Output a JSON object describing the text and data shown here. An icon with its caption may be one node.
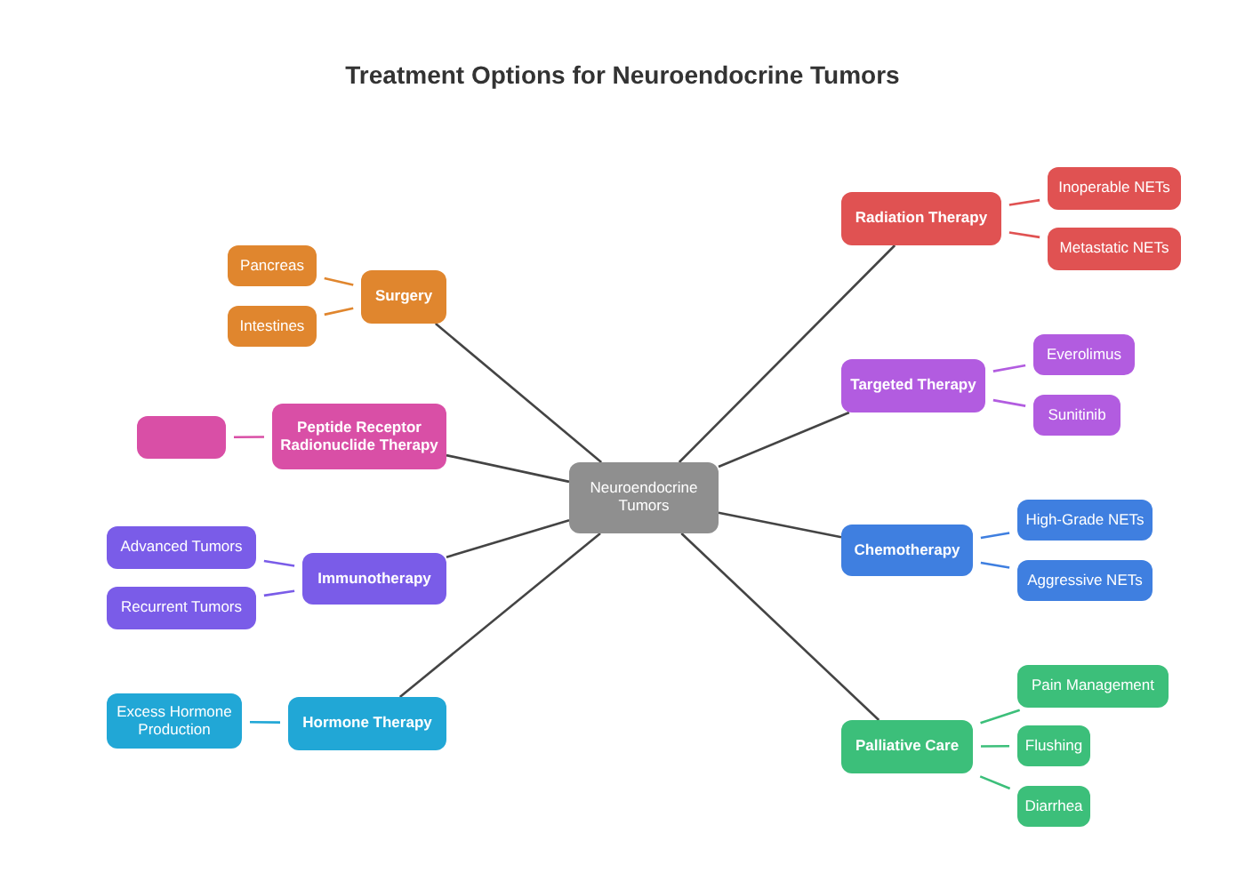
{
  "diagram": {
    "title": "Treatment Options for Neuroendocrine Tumors",
    "nodes": [
      {
        "text": [
          "Neuroendocrine Tumors"
        ]
      },
      {
        "text": [
          "Radiation Therapy"
        ]
      },
      {
        "text": [
          "Inoperable NETs"
        ]
      },
      {
        "text": [
          "Metastatic NETs"
        ]
      },
      {
        "text": [
          "Targeted Therapy"
        ]
      },
      {
        "text": [
          "Everolimus"
        ]
      },
      {
        "text": [
          "Sunitinib"
        ]
      },
      {
        "text": [
          "Chemotherapy"
        ]
      },
      {
        "text": [
          "High-Grade NETs"
        ]
      },
      {
        "text": [
          "Aggressive NETs"
        ]
      },
      {
        "text": [
          "Palliative Care"
        ]
      },
      {
        "text": [
          "Pain Management"
        ]
      },
      {
        "text": [
          "Flushing"
        ]
      },
      {
        "text": [
          "Diarrhea"
        ]
      },
      {
        "text": [
          "Surgery"
        ]
      },
      {
        "text": [
          "Pancreas"
        ]
      },
      {
        "text": [
          "Intestines"
        ]
      },
      {
        "text": [
          "Peptide Receptor Radionuclide Therapy"
        ]
      },
      {
        "text": [],
        "shape": "box"
      },
      {
        "text": [
          "Immunotherapy"
        ]
      },
      {
        "text": [
          "Advanced Tumors"
        ]
      },
      {
        "text": [
          "Recurrent Tumors"
        ]
      },
      {
        "text": [
          "Hormone Therapy"
        ]
      },
      {
        "text": [
          "Excess Hormone Production"
        ]
      }
    ],
    "edges": [
      {
        "from": 0,
        "to": 1,
        "arrow": "none",
        "color": "#444444"
      },
      {
        "from": 1,
        "to": 2,
        "arrow": "none",
        "color": "#e05252"
      },
      {
        "from": 1,
        "to": 3,
        "arrow": "none",
        "color": "#e05252"
      },
      {
        "from": 0,
        "to": 4,
        "arrow": "none",
        "color": "#444444"
      },
      {
        "from": 4,
        "to": 5,
        "arrow": "none",
        "color": "#b25ce0"
      },
      {
        "from": 4,
        "to": 6,
        "arrow": "none",
        "color": "#b25ce0"
      },
      {
        "from": 0,
        "to": 7,
        "arrow": "none",
        "color": "#444444"
      },
      {
        "from": 7,
        "to": 8,
        "arrow": "none",
        "color": "#3f7fe0"
      },
      {
        "from": 7,
        "to": 9,
        "arrow": "none",
        "color": "#3f7fe0"
      },
      {
        "from": 0,
        "to": 10,
        "arrow": "none",
        "color": "#444444"
      },
      {
        "from": 10,
        "to": 11,
        "arrow": "none",
        "color": "#3cbf7a"
      },
      {
        "from": 10,
        "to": 12,
        "arrow": "none",
        "color": "#3cbf7a"
      },
      {
        "from": 10,
        "to": 13,
        "arrow": "none",
        "color": "#3cbf7a"
      },
      {
        "from": 0,
        "to": 14,
        "arrow": "none",
        "color": "#444444"
      },
      {
        "from": 14,
        "to": 15,
        "arrow": "none",
        "color": "#e0862e"
      },
      {
        "from": 14,
        "to": 16,
        "arrow": "none",
        "color": "#e0862e"
      },
      {
        "from": 0,
        "to": 17,
        "arrow": "none",
        "color": "#444444"
      },
      {
        "from": 17,
        "to": 18,
        "arrow": "none",
        "color": "#d94fa6"
      },
      {
        "from": 0,
        "to": 19,
        "arrow": "none",
        "color": "#444444"
      },
      {
        "from": 19,
        "to": 20,
        "arrow": "none",
        "color": "#7a5ce8"
      },
      {
        "from": 19,
        "to": 21,
        "arrow": "none",
        "color": "#7a5ce8"
      },
      {
        "from": 0,
        "to": 22,
        "arrow": "none",
        "color": "#444444"
      },
      {
        "from": 22,
        "to": 23,
        "arrow": "none",
        "color": "#21a7d6"
      }
    ]
  }
}
